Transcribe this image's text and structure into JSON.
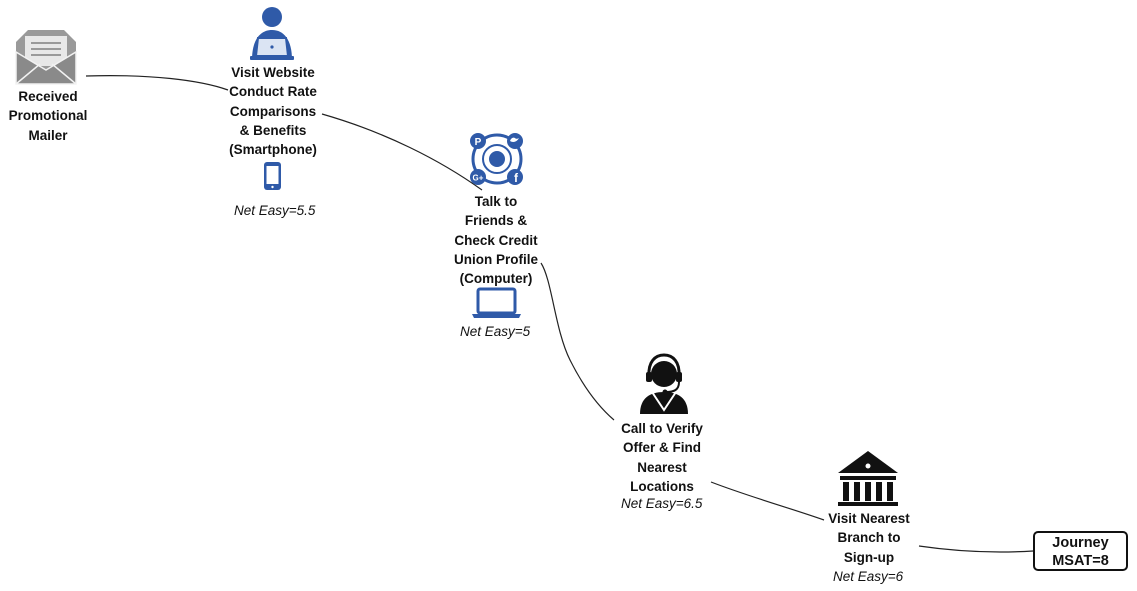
{
  "steps": [
    {
      "id": "mailer",
      "icon": "envelope-icon",
      "label_lines": [
        "Received",
        "Promotional",
        "Mailer"
      ],
      "score": ""
    },
    {
      "id": "website",
      "icon": "user-at-laptop-icon",
      "device_icon": "smartphone-icon",
      "label_lines": [
        "Visit Website",
        "Conduct Rate",
        "Comparisons",
        "& Benefits",
        "(Smartphone)"
      ],
      "score": "Net Easy=5.5"
    },
    {
      "id": "friends",
      "icon": "social-network-icon",
      "device_icon": "laptop-icon",
      "label_lines": [
        "Talk to",
        "Friends &",
        "Check Credit",
        "Union Profile",
        "(Computer)"
      ],
      "score": "Net Easy=5"
    },
    {
      "id": "call",
      "icon": "call-center-agent-icon",
      "label_lines": [
        "Call to Verify",
        "Offer & Find",
        "Nearest",
        "Locations"
      ],
      "score": "Net Easy=6.5"
    },
    {
      "id": "branch",
      "icon": "bank-building-icon",
      "label_lines": [
        "Visit Nearest",
        "Branch to",
        "Sign-up"
      ],
      "score": "Net Easy=6"
    }
  ],
  "journey": {
    "lines": [
      "Journey",
      "MSAT=8"
    ]
  },
  "colors": {
    "accent_blue": "#2f5aa8",
    "envelope_gray": "#8c8c8c",
    "line": "#222222"
  }
}
